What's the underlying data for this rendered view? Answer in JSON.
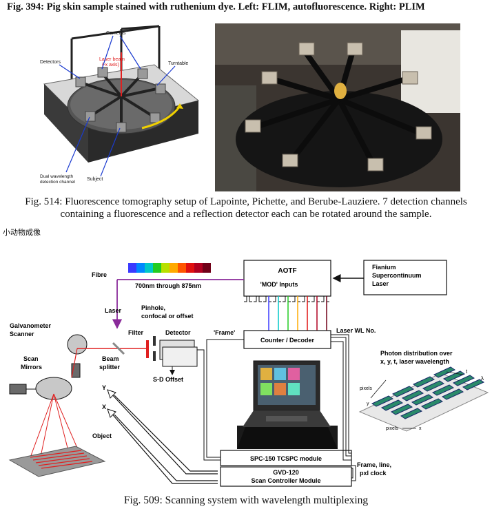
{
  "fig394_caption": "Fig. 394: Pig skin sample stained with ruthenium dye. Left: FLIM, autofluorescence. Right: PLIM",
  "fig514_caption": "Fig. 514: Fluorescence tomography setup of Lapointe, Pichette, and Berube-Lauziere. 7 detection channels containing a fluorescence and a reflection detector each can be rotated around the sample.",
  "section_label": "小动物成像",
  "fig509_caption": "Fig. 509: Scanning system with wavelength multiplexing",
  "setup_labels": {
    "cameras": "Cameras",
    "detectors": "Detectors",
    "laser_beam": "Laser beam",
    "axis": "(-x axis)",
    "turntable": "Turntable",
    "dual_channel": "Dual wavelength",
    "dual_channel_2": "detection channel",
    "subject": "Subject"
  },
  "diagram": {
    "aotf": "AOTF",
    "mod_inputs": "'MOD' Inputs",
    "fianium_1": "Fianium",
    "fianium_2": "Supercontinuum",
    "fianium_3": "Laser",
    "fibre": "Fibre",
    "wavelength_range": "700nm through 875nm",
    "laser": "Laser",
    "pinhole_1": "Pinhole,",
    "pinhole_2": "confocal or offset",
    "frame": "'Frame'",
    "counter": "Counter / Decoder",
    "laser_wl": "Laser WL No.",
    "galvo_1": "Galvanometer",
    "galvo_2": "Scanner",
    "filter": "Filter",
    "detector": "Detector",
    "scan_1": "Scan",
    "scan_2": "Mirrors",
    "beam_1": "Beam",
    "beam_2": "splitter",
    "sd_offset": "S-D Offset",
    "photon_1": "Photon distribution over",
    "photon_2": "x, y, t, laser wavelength",
    "axis_t": "t",
    "axis_lambda": "λ",
    "axis_pixels_y": "pixels",
    "axis_y_short": "y",
    "axis_pixels_x": "pixels",
    "axis_x_short": "x",
    "y": "Y",
    "x": "X",
    "object": "Object",
    "spc": "SPC-150 TCSPC module",
    "gvd_1": "GVD-120",
    "gvd_2": "Scan Controller Module",
    "frame_line_1": "Frame, line,",
    "frame_line_2": "pxl clock"
  },
  "colors": {
    "spectrum": [
      "#3a3aff",
      "#0088ff",
      "#00c8c8",
      "#22cc22",
      "#b8e000",
      "#ffaa00",
      "#ff5500",
      "#e01010",
      "#b00020",
      "#700018"
    ],
    "laser_red": "#e02020",
    "fibre_purple": "#8a2a9a"
  }
}
